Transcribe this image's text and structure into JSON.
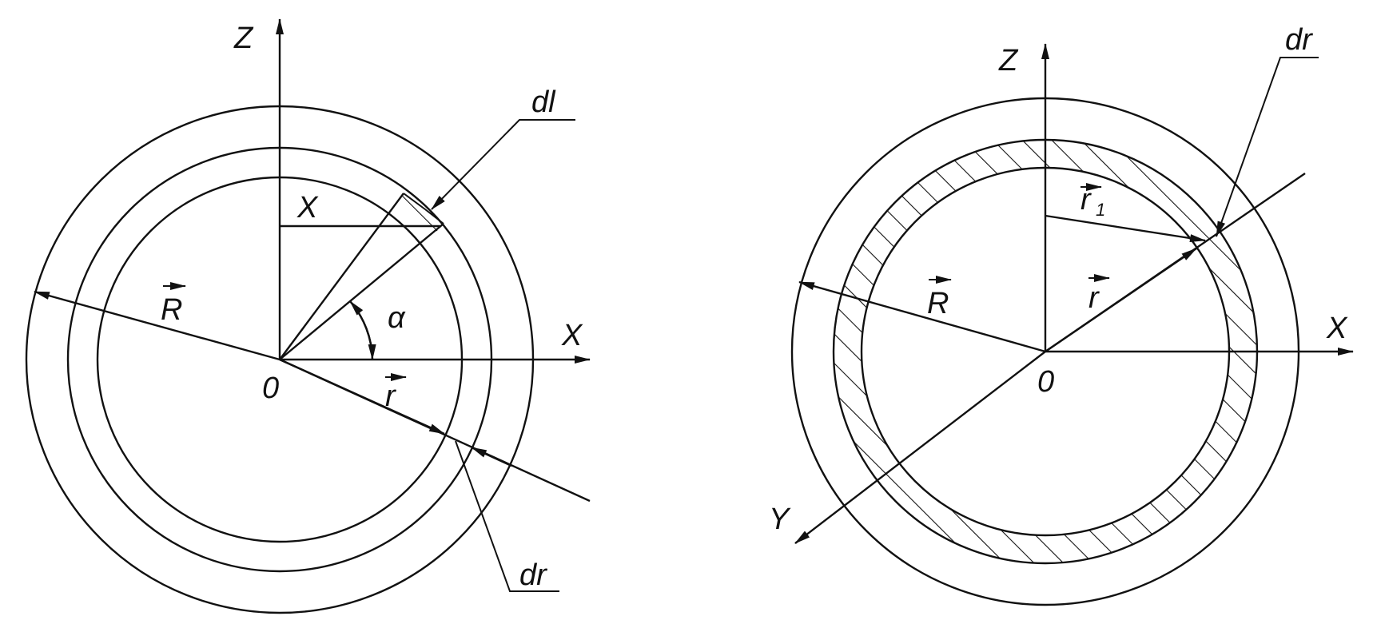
{
  "left_figure": {
    "labels": {
      "z_axis": "Z",
      "x_axis": "X",
      "origin": "0",
      "big_r": "R",
      "small_r": "r",
      "x_coord": "X",
      "alpha": "α",
      "dl": "dl",
      "dr": "dr"
    }
  },
  "right_figure": {
    "labels": {
      "z_axis": "Z",
      "x_axis": "X",
      "y_axis": "Y",
      "origin": "0",
      "big_r": "R",
      "small_r": "r",
      "r1": "r",
      "r1_sub": "1",
      "dr": "dr"
    }
  },
  "colors": {
    "ink": "#111111",
    "background": "#ffffff"
  }
}
